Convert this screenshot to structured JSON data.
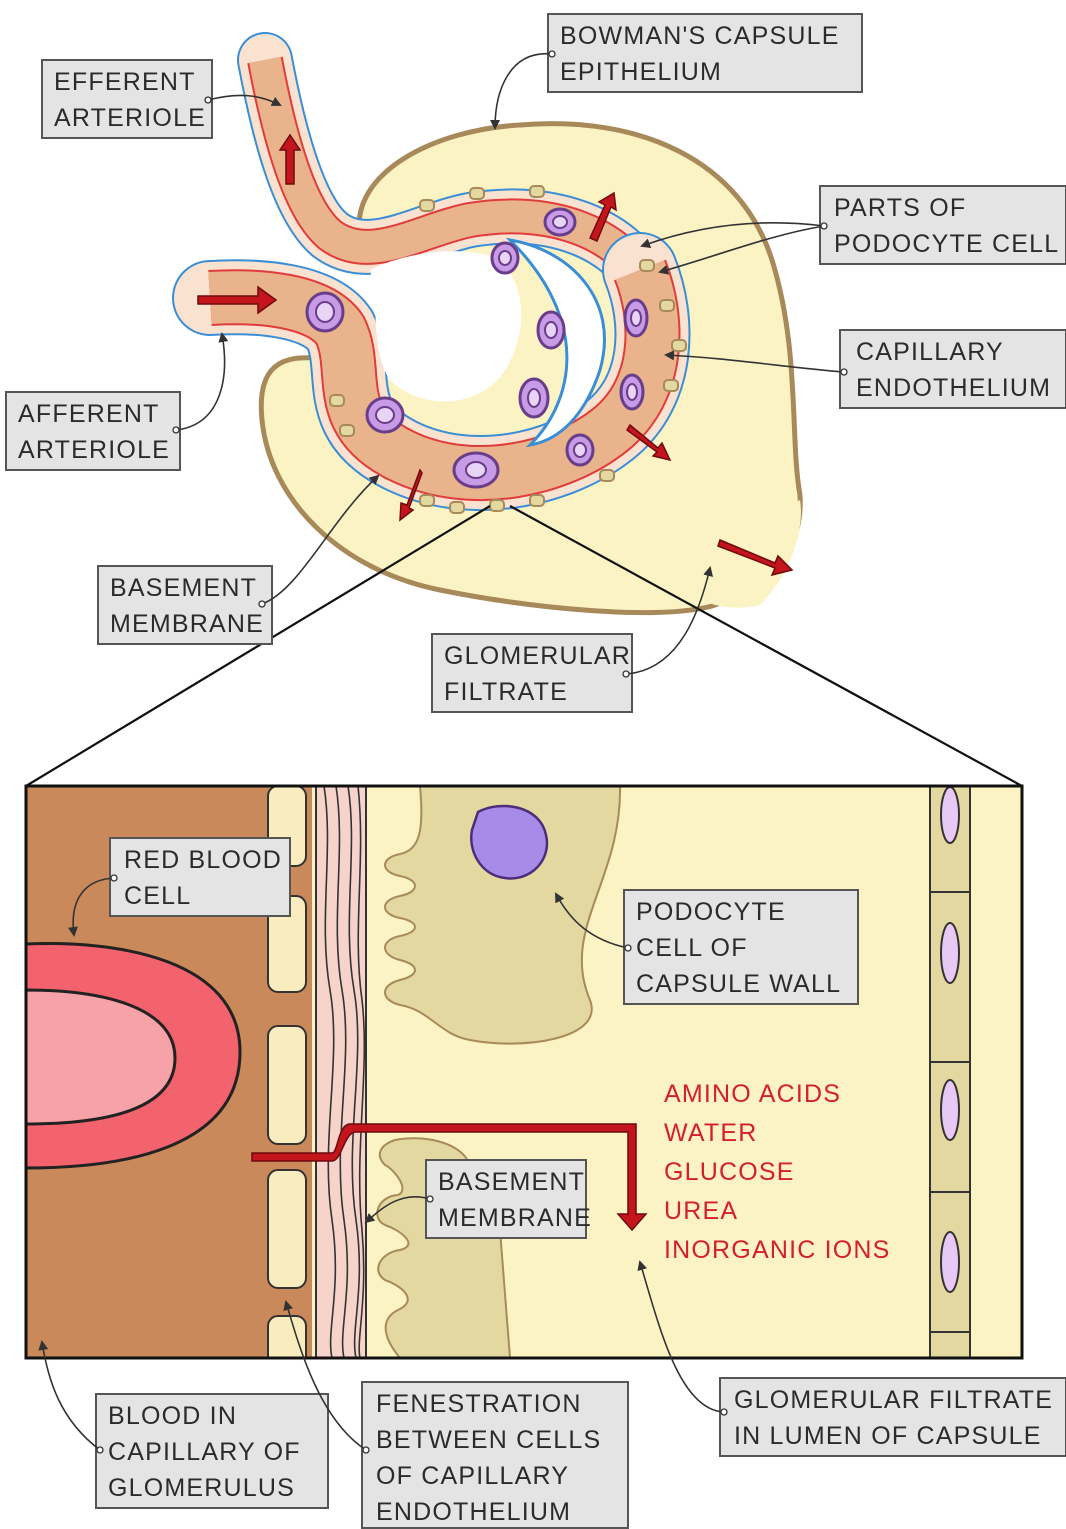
{
  "diagram": {
    "colors": {
      "capsule_fill": "#fbf3c4",
      "capsule_outline": "#a88a5a",
      "blood": "#e9b48c",
      "blood_dark": "#c98c5c",
      "endothelium": "#e23b3b",
      "basement_membrane": "#3a8ed6",
      "podocyte": "#e3d9a0",
      "nucleus": "#c79be6",
      "arrow": "#c4151c",
      "red_blood_cell": "#f2636d",
      "label_box": "#e4e4e4"
    },
    "top_labels": {
      "efferent": [
        "EFFERENT",
        "ARTERIOLE"
      ],
      "bowmans": [
        "BOWMAN'S CAPSULE",
        "EPITHELIUM"
      ],
      "podocyte_parts": [
        "PARTS OF",
        "PODOCYTE CELL"
      ],
      "capillary_endothelium": [
        "CAPILLARY",
        "ENDOTHELIUM"
      ],
      "afferent": [
        "AFFERENT",
        "ARTERIOLE"
      ],
      "basement": [
        "BASEMENT",
        "MEMBRANE"
      ],
      "filtrate": [
        "GLOMERULAR",
        "FILTRATE"
      ]
    },
    "bottom_labels": {
      "rbc": [
        "RED BLOOD",
        "CELL"
      ],
      "podocyte_cell": [
        "PODOCYTE",
        "CELL OF",
        "CAPSULE WALL"
      ],
      "basement": [
        "BASEMENT",
        "MEMBRANE"
      ],
      "blood": [
        "BLOOD IN",
        "CAPILLARY OF",
        "GLOMERULUS"
      ],
      "fenestration": [
        "FENESTRATION",
        "BETWEEN CELLS",
        "OF CAPILLARY",
        "ENDOTHELIUM"
      ],
      "filtrate_lumen": [
        "GLOMERULAR FILTRATE",
        "IN LUMEN OF CAPSULE"
      ]
    },
    "filtered_substances": [
      "AMINO ACIDS",
      "WATER",
      "GLUCOSE",
      "UREA",
      "INORGANIC IONS"
    ]
  }
}
